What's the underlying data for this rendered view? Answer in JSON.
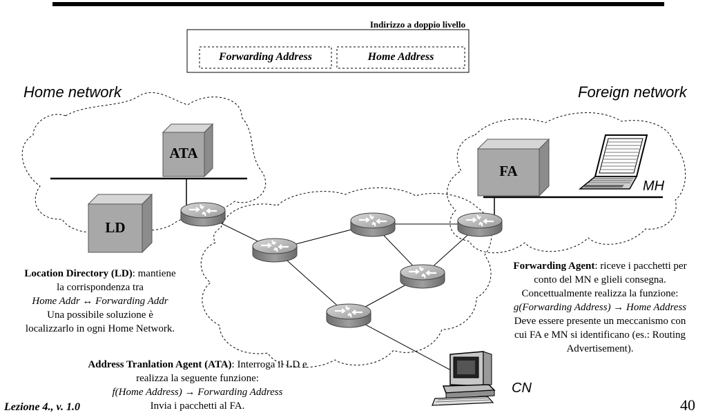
{
  "header": {
    "box_title": "Indirizzo a doppio livello",
    "field_forwarding": "Forwarding Address",
    "field_home": "Home Address"
  },
  "networks": {
    "home": "Home network",
    "foreign": "Foreign network"
  },
  "nodes": {
    "ata": "ATA",
    "ld": "LD",
    "fa": "FA",
    "mh": "MH",
    "cn": "CN"
  },
  "ld_desc": {
    "title": "Location Directory (LD)",
    "text1": ": mantiene",
    "line2": "la corrispondenza tra",
    "line3": "Home Addr ↔ Forwarding Addr",
    "line4": "Una possibile soluzione è",
    "line5": "localizzarlo in ogni Home Network."
  },
  "fa_desc": {
    "title": "Forwarding Agent",
    "text1": ": riceve i pacchetti per",
    "line2": "conto del MN e glieli consegna.",
    "line3": "Concettualmente realizza la funzione:",
    "line4": "g(Forwarding Address) → Home Address",
    "line5": "Deve essere presente un meccanismo con",
    "line6": "cui FA e MN si identificano (es.: Routing",
    "line7": "Advertisement)."
  },
  "ata_desc": {
    "title": "Address Tranlation Agent (ATA)",
    "text1": ": Interroga il LD e",
    "line2": "realizza la seguente funzione:",
    "line3": "f(Home Address) → Forwarding Address",
    "line4": "Invia i pacchetti al FA."
  },
  "footer": {
    "lecture": "Lezione 4., v. 1.0",
    "page": "40"
  },
  "colors": {
    "server_front": "#a8a8a8",
    "server_top": "#d6d6d6",
    "server_side": "#8c8c8c",
    "router": "#8e8e8e"
  }
}
